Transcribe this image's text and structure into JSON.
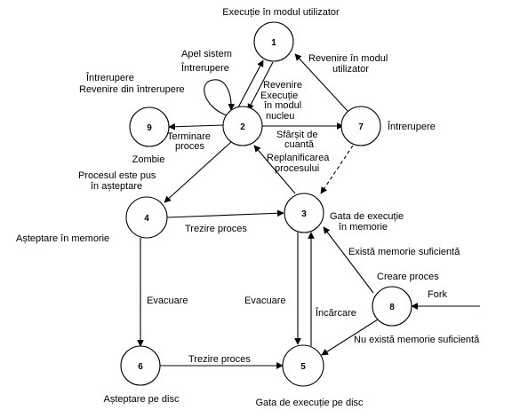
{
  "states": {
    "s1": {
      "id": "1",
      "label": "Execuție în modul utilizator"
    },
    "s2": {
      "id": "2"
    },
    "s3": {
      "id": "3",
      "label_line1": "Gata de execuție",
      "label_line2": "în memorie"
    },
    "s4": {
      "id": "4",
      "label": "Așteptare în memorie"
    },
    "s5": {
      "id": "5",
      "label": "Gata de execuție pe disc"
    },
    "s6": {
      "id": "6",
      "label": "Așteptare pe disc"
    },
    "s7": {
      "id": "7",
      "label": "Întrerupere"
    },
    "s8": {
      "id": "8",
      "label": "Creare proces"
    },
    "s9": {
      "id": "9",
      "label": "Zombie"
    }
  },
  "transitions": {
    "apel_sistem": "Apel sistem",
    "intrerupere_1to2": "Întrerupere",
    "self_intrerupere": "Întrerupere",
    "self_revenire": "Revenire din întrerupere",
    "revenire_line1": "Revenire",
    "revenire_line2": "Execuție",
    "revenire_line3": "în modul",
    "revenire_line4": "nucleu",
    "revenire_utilizator_line1": "Revenire în modul",
    "revenire_utilizator_line2": "utilizator",
    "terminare_line1": "Terminare",
    "terminare_line2": "proces",
    "sfarsit_line1": "Sfârșit de",
    "sfarsit_line2": "cuantă",
    "replanificarea_line1": "Replanificarea",
    "replanificarea_line2": "procesului",
    "asteptare_line1": "Procesul este pus",
    "asteptare_line2": "în așteptare",
    "trezire_memorie": "Trezire proces",
    "trezire_disc": "Trezire proces",
    "evacuare_left": "Evacuare",
    "evacuare_right": "Evacuare",
    "incarcare": "Încărcare",
    "exista_memorie": "Există memorie suficientă",
    "nu_exista_memorie": "Nu există memorie suficientă",
    "fork": "Fork"
  },
  "colors": {
    "stroke": "#000000",
    "background": "#ffffff"
  }
}
